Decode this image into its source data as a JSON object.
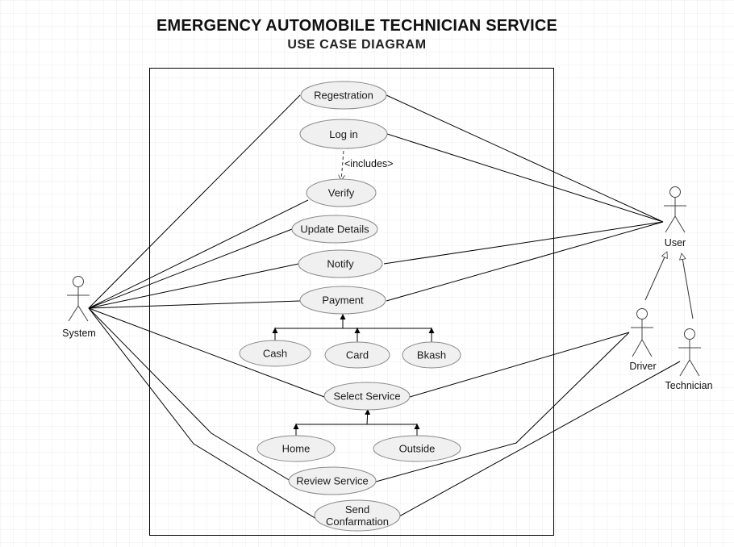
{
  "title": "EMERGENCY AUTOMOBILE TECHNICIAN SERVICE",
  "subtitle": "USE CASE DIAGRAM",
  "use_cases": {
    "registration": "Regestration",
    "login": "Log in",
    "verify": "Verify",
    "update_details": "Update Details",
    "notify": "Notify",
    "payment": "Payment",
    "cash": "Cash",
    "card": "Card",
    "bkash": "Bkash",
    "select_service": "Select Service",
    "home": "Home",
    "outside": "Outside",
    "review_service": "Review Service",
    "send_confirmation_line1": "Send",
    "send_confirmation_line2": "Confarmation"
  },
  "actors": {
    "system": "System",
    "user": "User",
    "driver": "Driver",
    "technician": "Technician"
  },
  "includes_label": "<includes>"
}
